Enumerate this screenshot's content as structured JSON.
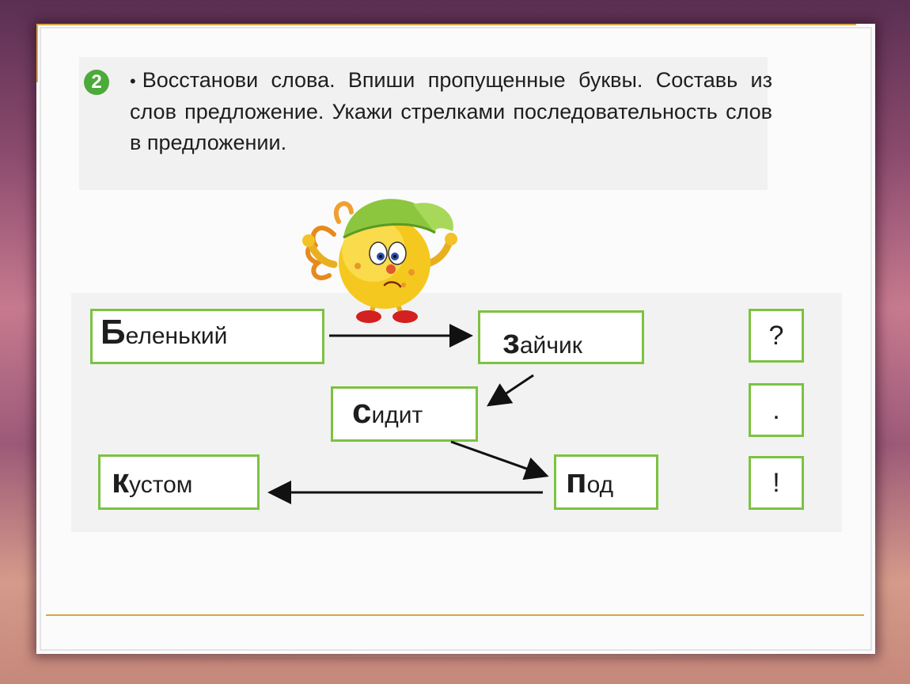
{
  "task": {
    "number": "2",
    "bullet": "•",
    "text": "Восстанови слова. Впиши пропущенные бук­вы. Составь из слов предложение. Укажи стрелками последовательность слов в предло­жении."
  },
  "words": [
    {
      "first": "Б",
      "rest": "еленький"
    },
    {
      "first": "з",
      "rest": "айчик"
    },
    {
      "first": "с",
      "rest": "идит"
    },
    {
      "first": "п",
      "rest": "од"
    },
    {
      "first": "к",
      "rest": "устом"
    }
  ],
  "punctuation": [
    "?",
    ".",
    "!"
  ],
  "colors": {
    "box_border": "#7cc242",
    "badge": "#4caa3a",
    "rule": "#d8a640"
  }
}
